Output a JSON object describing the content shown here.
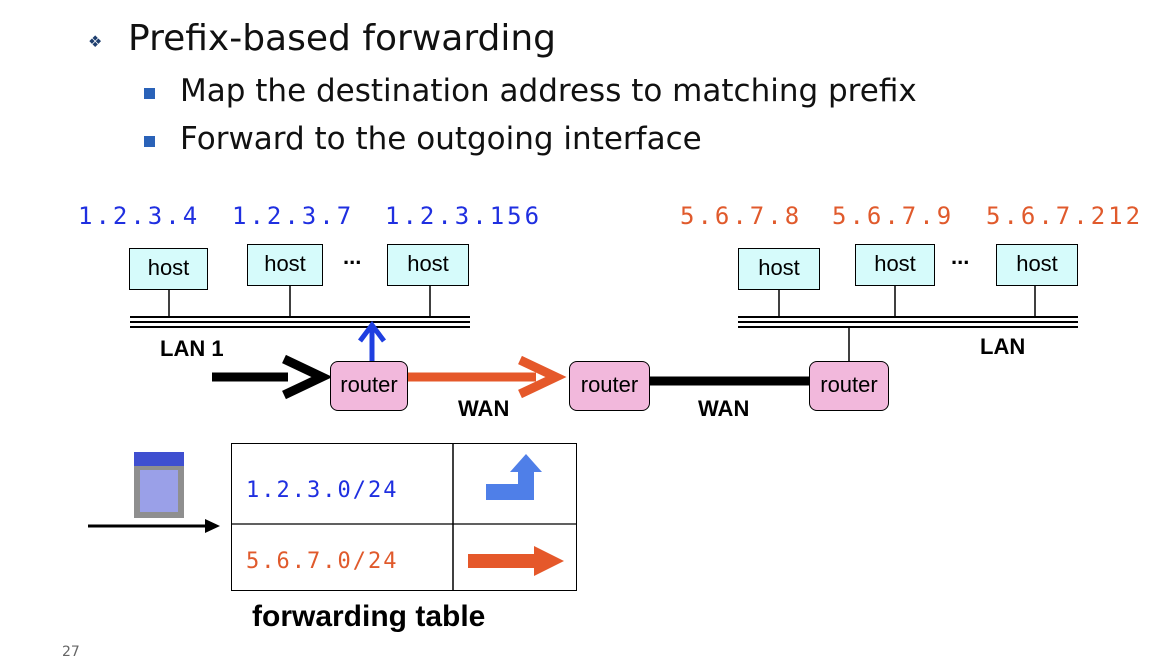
{
  "slide": {
    "title": "Prefix-based forwarding",
    "bullets": [
      "Map the destination address to matching prefix",
      "Forward to the outgoing interface"
    ],
    "page_number": "27"
  },
  "network": {
    "left_ips": [
      "1.2.3.4",
      "1.2.3.7",
      "1.2.3.156"
    ],
    "right_ips": [
      "5.6.7.8",
      "5.6.7.9",
      "5.6.7.212"
    ],
    "host_label": "host",
    "ellipsis": "...",
    "router_label": "router",
    "lan_left": "LAN 1",
    "lan_right": "LAN",
    "wan_label": "WAN",
    "colors": {
      "left_net": "#1f2fe0",
      "right_net": "#e05a2c",
      "host_fill": "#d6fbfb",
      "router_fill": "#f2b8dc"
    }
  },
  "forwarding_table": {
    "caption": "forwarding table",
    "rows": [
      {
        "prefix": "1.2.3.0/24",
        "action_icon": "up-turn-arrow-icon",
        "color": "#1f2fe0"
      },
      {
        "prefix": "5.6.7.0/24",
        "action_icon": "right-arrow-icon",
        "color": "#e05a2c"
      }
    ]
  }
}
